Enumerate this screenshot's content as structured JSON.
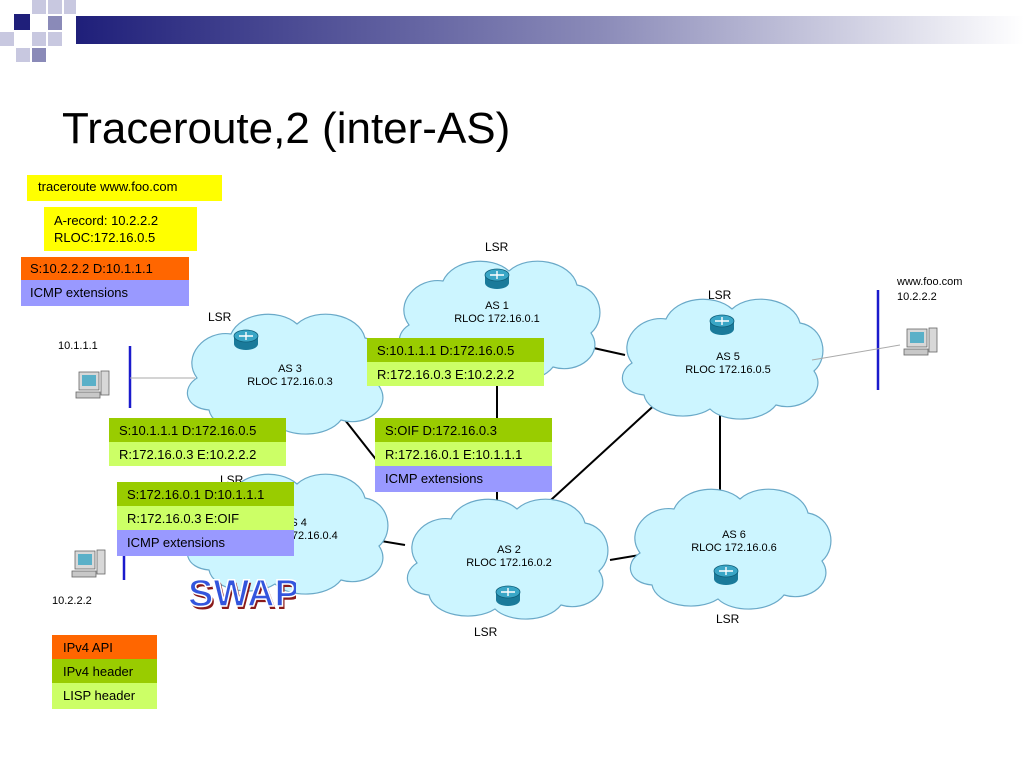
{
  "title": "Traceroute,2 (inter-AS)",
  "colors": {
    "yellow": "#ffff00",
    "orange": "#ff6600",
    "purple": "#9999ff",
    "green_dark": "#99cc00",
    "green_light": "#ccff66",
    "cloud": "#ccf5ff",
    "banner": "#1f1f7a"
  },
  "command_box": {
    "text": "traceroute www.foo.com"
  },
  "dns_box": {
    "line1": "A-record: 10.2.2.2",
    "line2": "RLOC:172.16.0.5"
  },
  "src_stack": {
    "header": "S:10.2.2.2 D:10.1.1.1",
    "ext": "ICMP extensions"
  },
  "hosts": {
    "left_top": "10.1.1.1",
    "left_bottom": "10.2.2.2",
    "right_name": "www.foo.com",
    "right_ip": "10.2.2.2"
  },
  "clouds": {
    "as1": {
      "name": "AS 1",
      "rloc": "RLOC 172.16.0.1",
      "lsr": "LSR"
    },
    "as2": {
      "name": "AS 2",
      "rloc": "RLOC 172.16.0.2",
      "lsr": "LSR"
    },
    "as3": {
      "name": "AS 3",
      "rloc": "RLOC 172.16.0.3",
      "lsr": "LSR"
    },
    "as4": {
      "name": "AS 4",
      "rloc": "RLOC 172.16.0.4",
      "lsr": "LSR"
    },
    "as5": {
      "name": "AS 5",
      "rloc": "RLOC 172.16.0.5",
      "lsr": "LSR"
    },
    "as6": {
      "name": "AS 6",
      "rloc": "RLOC 172.16.0.6",
      "lsr": "LSR"
    }
  },
  "pkt_as1": {
    "outer": "S:10.1.1.1 D:172.16.0.5",
    "lisp": "R:172.16.0.3 E:10.2.2.2"
  },
  "pkt_as3": {
    "outer": "S:10.1.1.1 D:172.16.0.5",
    "lisp": "R:172.16.0.3 E:10.2.2.2"
  },
  "pkt_as2": {
    "outer": "S:OIF D:172.16.0.3",
    "lisp": "R:172.16.0.1 E:10.1.1.1",
    "ext": "ICMP extensions"
  },
  "pkt_as4": {
    "outer": "S:172.16.0.1 D:10.1.1.1",
    "lisp": "R:172.16.0.3 E:OIF",
    "ext": "ICMP extensions"
  },
  "swap": "SWAP",
  "legend": {
    "api": "IPv4 API",
    "ipv4": "IPv4 header",
    "lisp": "LISP header"
  }
}
